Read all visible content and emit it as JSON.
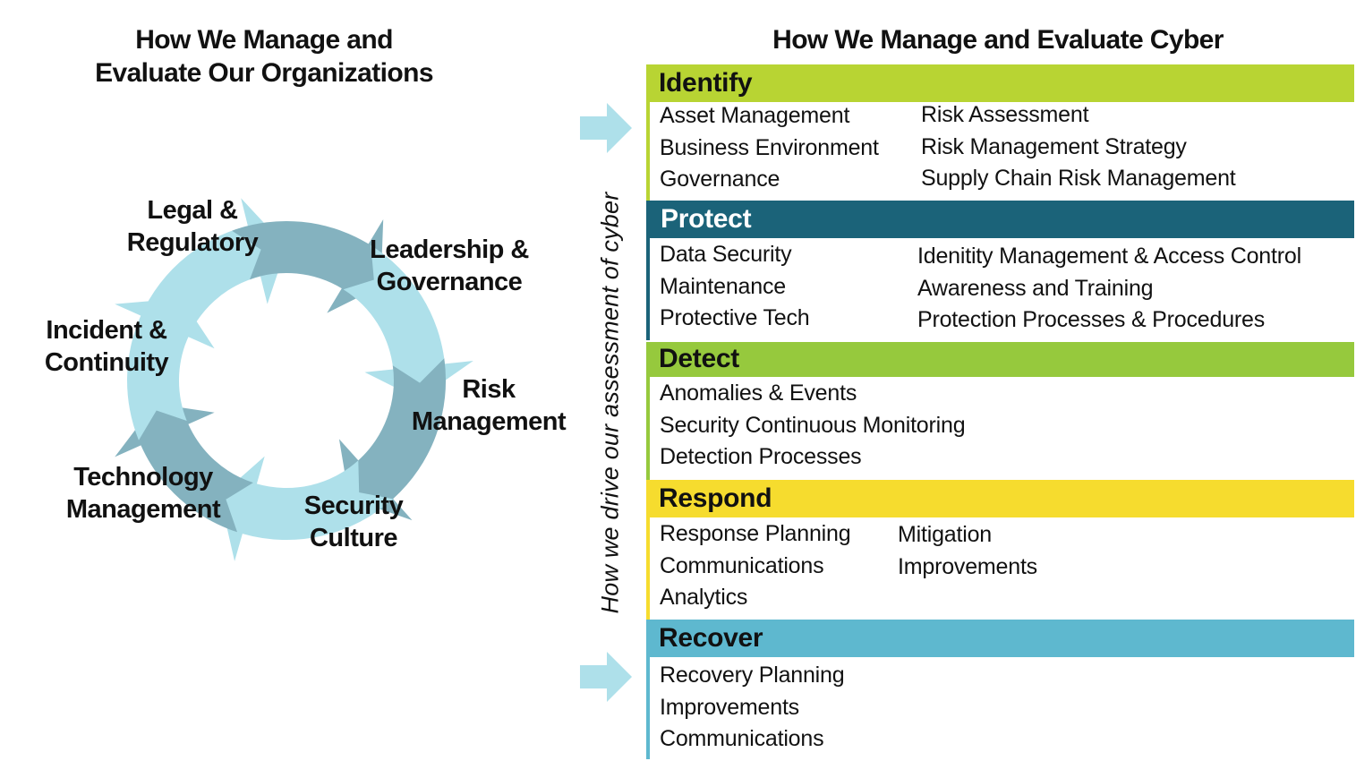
{
  "left": {
    "title_line1": "How We Manage and",
    "title_line2": "Evaluate Our Organizations",
    "cycle": [
      {
        "lines": [
          "Legal &",
          "Regulatory"
        ]
      },
      {
        "lines": [
          "Leadership &",
          "Governance"
        ]
      },
      {
        "lines": [
          "Risk",
          "Management"
        ]
      },
      {
        "lines": [
          "Security",
          "Culture"
        ]
      },
      {
        "lines": [
          "Technology",
          "Management"
        ]
      },
      {
        "lines": [
          "Incident &",
          "Continuity"
        ]
      }
    ],
    "arrow_colors": {
      "light": "#aee0ea",
      "dark": "#84b2bf"
    }
  },
  "connector": {
    "caption": "How we drive our assessment of cyber",
    "arrow_color": "#aee0ea"
  },
  "right": {
    "title": "How We Manage and Evaluate Cyber",
    "functions": [
      {
        "name": "Identify",
        "header_color": "#b8d433",
        "text_color": "#111111",
        "left_items": [
          "Asset Management",
          "Business Environment",
          "Governance"
        ],
        "right_items": [
          "Risk Assessment",
          "Risk Management Strategy",
          "Supply Chain Risk Management"
        ]
      },
      {
        "name": "Protect",
        "header_color": "#1b6379",
        "text_color": "#ffffff",
        "left_items": [
          "Data Security",
          "Maintenance",
          "Protective Tech"
        ],
        "right_items": [
          "Idenitity Management & Access Control",
          "Awareness and Training",
          "Protection Processes & Procedures"
        ]
      },
      {
        "name": "Detect",
        "header_color": "#96c93d",
        "text_color": "#111111",
        "left_items": [
          "Anomalies & Events",
          "Security Continuous Monitoring",
          "Detection Processes"
        ],
        "right_items": []
      },
      {
        "name": "Respond",
        "header_color": "#f6dc2e",
        "text_color": "#111111",
        "left_items": [
          "Response Planning",
          "Communications",
          "Analytics"
        ],
        "right_items": [
          "Mitigation",
          "Improvements"
        ]
      },
      {
        "name": "Recover",
        "header_color": "#5eb8cf",
        "text_color": "#111111",
        "left_items": [
          "Recovery Planning",
          "Improvements",
          "Communications"
        ],
        "right_items": []
      }
    ]
  }
}
